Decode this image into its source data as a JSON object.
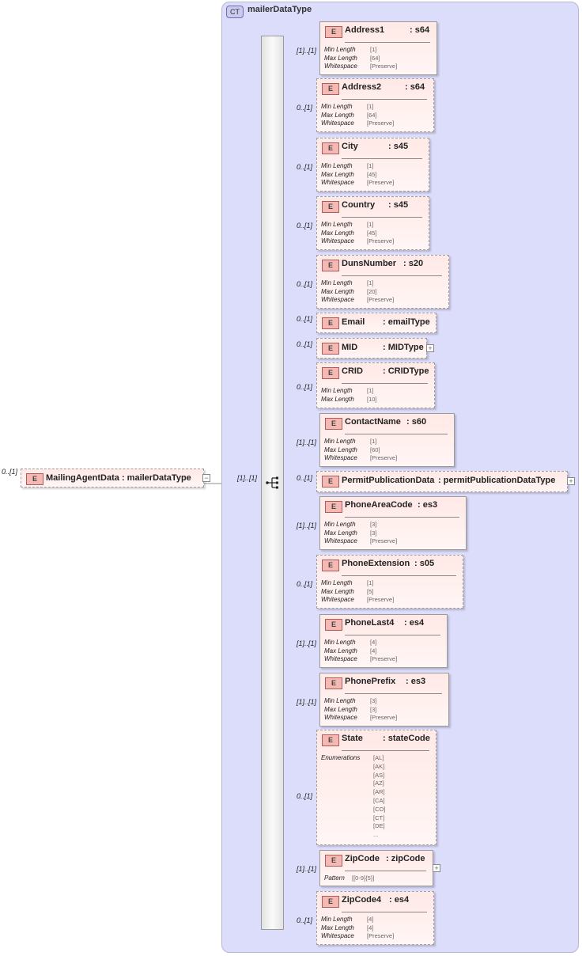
{
  "complex_type": {
    "badge": "CT",
    "name": "mailerDataType"
  },
  "root": {
    "badge": "E",
    "label": "MailingAgentData : mailerDataType",
    "cardinality": "0..[1]",
    "seq_cardinality": "[1]..[1]"
  },
  "elements": [
    {
      "badge": "E",
      "name": "Address1",
      "type": "s64",
      "cardinality": "[1]..[1]",
      "facets": [
        {
          "label": "Min Length",
          "value": "[1]"
        },
        {
          "label": "Max Length",
          "value": "[64]"
        },
        {
          "label": "Whitespace",
          "value": "[Preserve]"
        }
      ]
    },
    {
      "badge": "E",
      "name": "Address2",
      "type": "s64",
      "cardinality": "0..[1]",
      "facets": [
        {
          "label": "Min Length",
          "value": "[1]"
        },
        {
          "label": "Max Length",
          "value": "[64]"
        },
        {
          "label": "Whitespace",
          "value": "[Preserve]"
        }
      ]
    },
    {
      "badge": "E",
      "name": "City",
      "type": "s45",
      "cardinality": "0..[1]",
      "facets": [
        {
          "label": "Min Length",
          "value": "[1]"
        },
        {
          "label": "Max Length",
          "value": "[45]"
        },
        {
          "label": "Whitespace",
          "value": "[Preserve]"
        }
      ]
    },
    {
      "badge": "E",
      "name": "Country",
      "type": "s45",
      "cardinality": "0..[1]",
      "facets": [
        {
          "label": "Min Length",
          "value": "[1]"
        },
        {
          "label": "Max Length",
          "value": "[45]"
        },
        {
          "label": "Whitespace",
          "value": "[Preserve]"
        }
      ]
    },
    {
      "badge": "E",
      "name": "DunsNumber",
      "type": "s20",
      "cardinality": "0..[1]",
      "facets": [
        {
          "label": "Min Length",
          "value": "[1]"
        },
        {
          "label": "Max Length",
          "value": "[20]"
        },
        {
          "label": "Whitespace",
          "value": "[Preserve]"
        }
      ]
    },
    {
      "badge": "E",
      "name": "Email",
      "type": "emailType",
      "cardinality": "0..[1]",
      "facets": []
    },
    {
      "badge": "E",
      "name": "MID",
      "type": "MIDType",
      "cardinality": "0..[1]",
      "facets": []
    },
    {
      "badge": "E",
      "name": "CRID",
      "type": "CRIDType",
      "cardinality": "0..[1]",
      "facets": [
        {
          "label": "Min Length",
          "value": "[1]"
        },
        {
          "label": "Max Length",
          "value": "[10]"
        }
      ]
    },
    {
      "badge": "E",
      "name": "ContactName",
      "type": "s60",
      "cardinality": "[1]..[1]",
      "facets": [
        {
          "label": "Min Length",
          "value": "[1]"
        },
        {
          "label": "Max Length",
          "value": "[60]"
        },
        {
          "label": "Whitespace",
          "value": "[Preserve]"
        }
      ]
    },
    {
      "badge": "E",
      "name": "PermitPublicationData",
      "type": "permitPublicationDataType",
      "cardinality": "0..[1]",
      "facets": []
    },
    {
      "badge": "E",
      "name": "PhoneAreaCode",
      "type": "es3",
      "cardinality": "[1]..[1]",
      "facets": [
        {
          "label": "Min Length",
          "value": "[3]"
        },
        {
          "label": "Max Length",
          "value": "[3]"
        },
        {
          "label": "Whitespace",
          "value": "[Preserve]"
        }
      ]
    },
    {
      "badge": "E",
      "name": "PhoneExtension",
      "type": "s05",
      "cardinality": "0..[1]",
      "facets": [
        {
          "label": "Min Length",
          "value": "[1]"
        },
        {
          "label": "Max Length",
          "value": "[5]"
        },
        {
          "label": "Whitespace",
          "value": "[Preserve]"
        }
      ]
    },
    {
      "badge": "E",
      "name": "PhoneLast4",
      "type": "es4",
      "cardinality": "[1]..[1]",
      "facets": [
        {
          "label": "Min Length",
          "value": "[4]"
        },
        {
          "label": "Max Length",
          "value": "[4]"
        },
        {
          "label": "Whitespace",
          "value": "[Preserve]"
        }
      ]
    },
    {
      "badge": "E",
      "name": "PhonePrefix",
      "type": "es3",
      "cardinality": "[1]..[1]",
      "facets": [
        {
          "label": "Min Length",
          "value": "[3]"
        },
        {
          "label": "Max Length",
          "value": "[3]"
        },
        {
          "label": "Whitespace",
          "value": "[Preserve]"
        }
      ]
    },
    {
      "badge": "E",
      "name": "State",
      "type": "stateCode",
      "cardinality": "0..[1]",
      "facets": [
        {
          "label": "Enumerations",
          "values": [
            "[AL]",
            "[AK]",
            "[AS]",
            "[AZ]",
            "[AR]",
            "[CA]",
            "[CO]",
            "[CT]",
            "[DE]",
            "..."
          ]
        }
      ]
    },
    {
      "badge": "E",
      "name": "ZipCode",
      "type": "zipCode",
      "cardinality": "[1]..[1]",
      "facets": [
        {
          "label": "Pattern",
          "value": "[[0-9]{5}]"
        }
      ]
    },
    {
      "badge": "E",
      "name": "ZipCode4",
      "type": "es4",
      "cardinality": "0..[1]",
      "facets": [
        {
          "label": "Min Length",
          "value": "[4]"
        },
        {
          "label": "Max Length",
          "value": "[4]"
        },
        {
          "label": "Whitespace",
          "value": "[Preserve]"
        }
      ]
    }
  ]
}
